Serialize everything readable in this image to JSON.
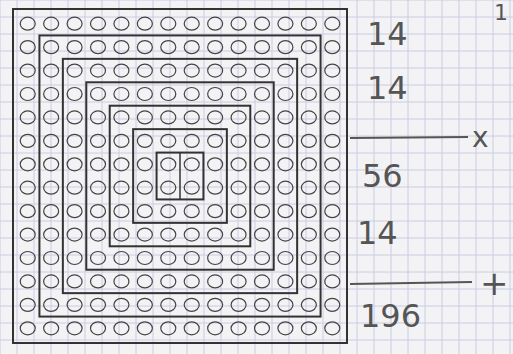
{
  "diagram": {
    "labels": [
      "1",
      "14",
      "14",
      "x",
      "56",
      "14",
      "+",
      "196"
    ]
  }
}
